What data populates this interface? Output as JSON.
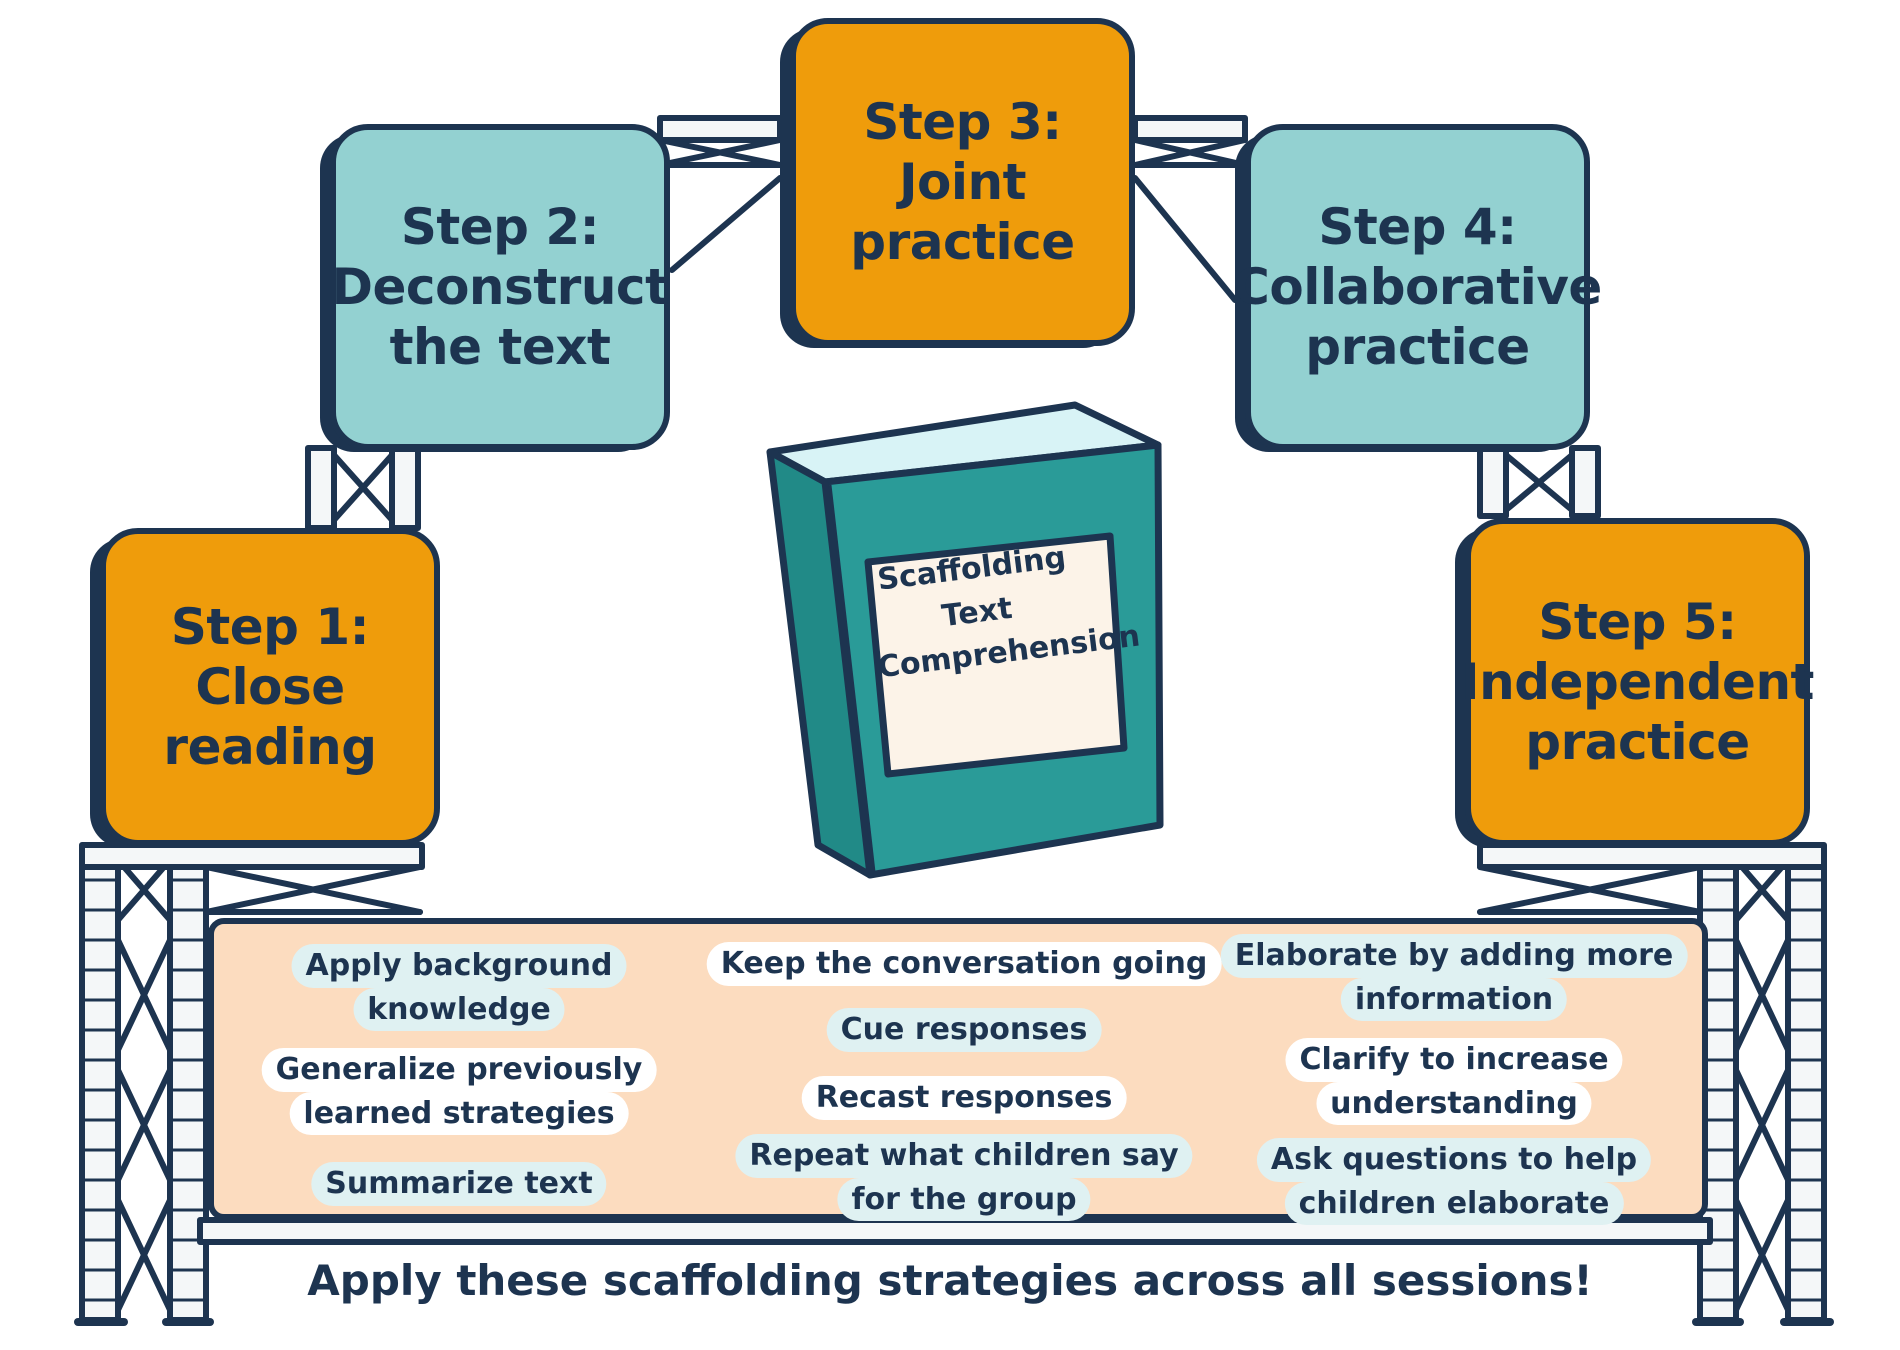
{
  "steps": [
    {
      "lines": [
        "Step 1:",
        "Close",
        "reading"
      ],
      "color": "#ef9c0b"
    },
    {
      "lines": [
        "Step 2:",
        "Deconstruct",
        "the text"
      ],
      "color": "#93d1d1"
    },
    {
      "lines": [
        "Step 3:",
        "Joint",
        "practice"
      ],
      "color": "#ef9c0b"
    },
    {
      "lines": [
        "Step 4:",
        "Collaborative",
        "practice"
      ],
      "color": "#93d1d1"
    },
    {
      "lines": [
        "Step 5:",
        "Independent",
        "practice"
      ],
      "color": "#ef9c0b"
    }
  ],
  "book": {
    "label": [
      "Scaffolding",
      "Text",
      "Comprehension"
    ],
    "cover_color": "#2a9b98",
    "icon": "book-icon"
  },
  "strategies": {
    "left": [
      [
        "Apply background",
        "knowledge"
      ],
      [
        "Generalize previously",
        "learned strategies"
      ],
      [
        "Summarize text"
      ]
    ],
    "middle": [
      [
        "Keep the conversation going"
      ],
      [
        "Cue responses"
      ],
      [
        "Recast responses"
      ],
      [
        "Repeat what children say",
        "for the group"
      ]
    ],
    "right": [
      [
        "Elaborate by adding more",
        "information"
      ],
      [
        "Clarify to increase",
        "understanding"
      ],
      [
        "Ask questions to help",
        "children elaborate"
      ]
    ]
  },
  "footer": "Apply these scaffolding strategies across all sessions!",
  "colors": {
    "ink": "#1d3450",
    "orange": "#ef9c0b",
    "teal": "#93d1d1",
    "panel": "#fcdcbf",
    "chip": "#dff1f2"
  }
}
